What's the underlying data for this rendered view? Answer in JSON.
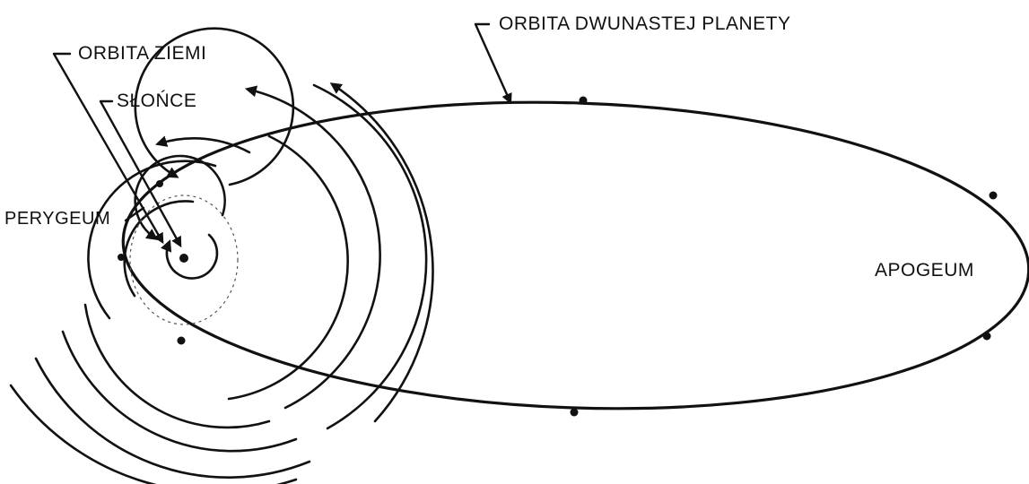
{
  "labels": {
    "twelfth_planet_orbit": "ORBITA DWUNASTEJ PLANETY",
    "earth_orbit": "ORBITA ZIEMI",
    "sun": "SŁOŃCE",
    "perigee": "PERYGEUM",
    "apogee": "APOGEUM"
  },
  "colors": {
    "ink": "#111111",
    "background": "#ffffff"
  }
}
